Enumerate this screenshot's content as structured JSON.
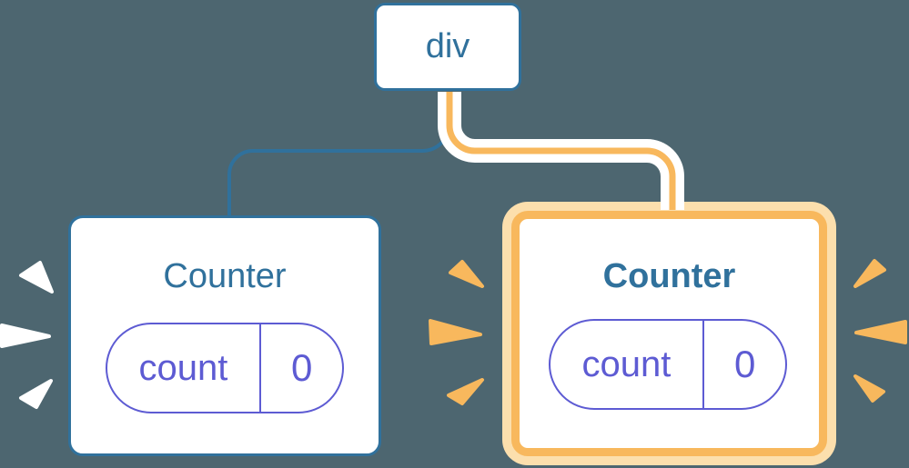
{
  "diagram": {
    "root": {
      "label": "div"
    },
    "children": [
      {
        "title": "Counter",
        "state_key": "count",
        "state_value": "0",
        "highlighted": false,
        "spark_style": "white"
      },
      {
        "title": "Counter",
        "state_key": "count",
        "state_value": "0",
        "highlighted": true,
        "spark_style": "orange"
      }
    ]
  },
  "icons": {
    "sparks": "burst-wedge-icon"
  },
  "colors": {
    "background": "#4d6670",
    "blue": "#30719c",
    "purple": "#5d5bd3",
    "orange": "#f8b85d",
    "orange_light": "#fcdfad",
    "white": "#ffffff"
  }
}
